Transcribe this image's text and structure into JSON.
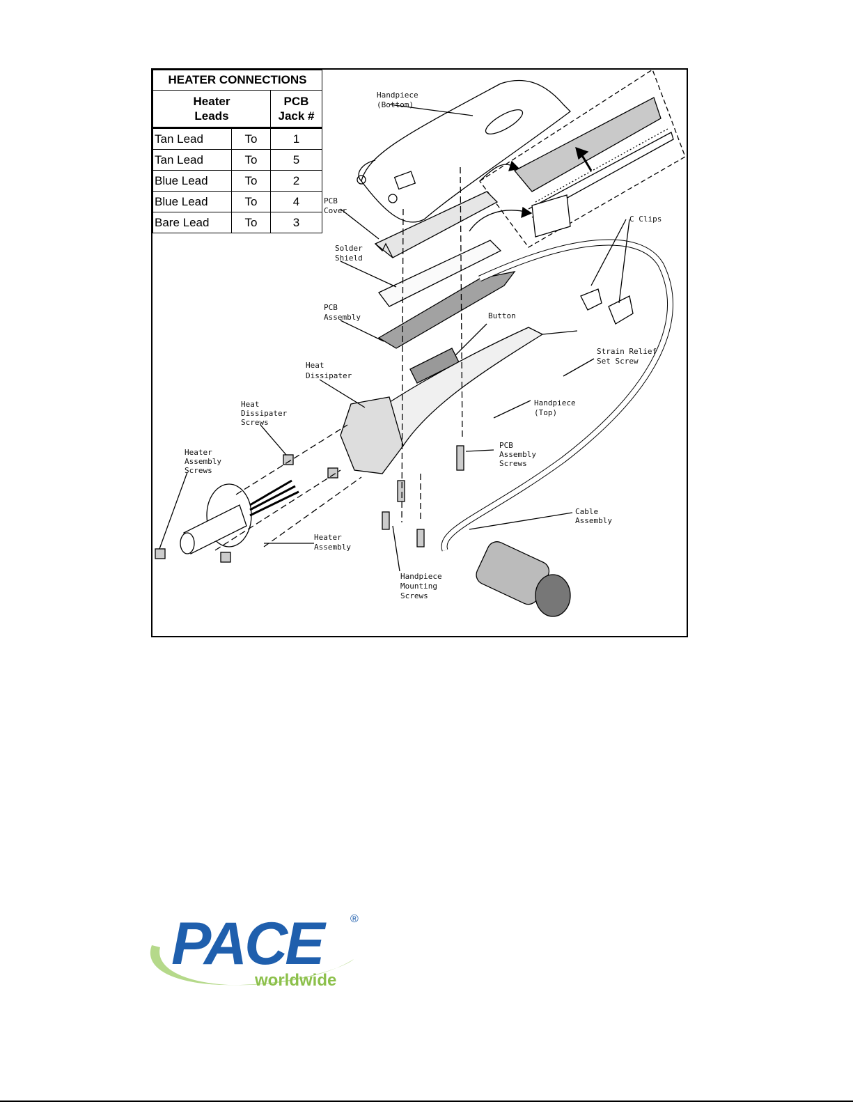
{
  "heater_connections": {
    "title": "HEATER CONNECTIONS",
    "col_leads_1": "Heater",
    "col_leads_2": "Leads",
    "col_jack_1": "PCB",
    "col_jack_2": "Jack #",
    "rows": [
      {
        "lead": "Tan Lead",
        "to": "To",
        "jack": "1"
      },
      {
        "lead": "Tan Lead",
        "to": "To",
        "jack": "5"
      },
      {
        "lead": "Blue Lead",
        "to": "To",
        "jack": "2"
      },
      {
        "lead": "Blue Lead",
        "to": "To",
        "jack": "4"
      },
      {
        "lead": "Bare Lead",
        "to": "To",
        "jack": "3"
      }
    ]
  },
  "callouts": {
    "handpiece_bottom_1": "Handpiece",
    "handpiece_bottom_2": "(Bottom)",
    "pcb_cover_1": "PCB",
    "pcb_cover_2": "Cover",
    "solder_shield_1": "Solder",
    "solder_shield_2": "Shield",
    "pcb_assembly_1": "PCB",
    "pcb_assembly_2": "Assembly",
    "button": "Button",
    "c_clips": "C Clips",
    "strain_relief_1": "Strain Relief",
    "strain_relief_2": "Set Screw",
    "heat_dissipater_1": "Heat",
    "heat_dissipater_2": "Dissipater",
    "heat_dissipater_screws_1": "Heat",
    "heat_dissipater_screws_2": "Dissipater",
    "heat_dissipater_screws_3": "Screws",
    "handpiece_top_1": "Handpiece",
    "handpiece_top_2": "(Top)",
    "pcb_assembly_screws_1": "PCB",
    "pcb_assembly_screws_2": "Assembly",
    "pcb_assembly_screws_3": "Screws",
    "heater_assembly_screws_1": "Heater",
    "heater_assembly_screws_2": "Assembly",
    "heater_assembly_screws_3": "Screws",
    "heater_assembly_1": "Heater",
    "heater_assembly_2": "Assembly",
    "handpiece_mounting_1": "Handpiece",
    "handpiece_mounting_2": "Mounting",
    "handpiece_mounting_3": "Screws",
    "cable_assembly_1": "Cable",
    "cable_assembly_2": "Assembly"
  },
  "logo": {
    "wordmark": "PACE",
    "registered": "®",
    "tagline": "worldwide",
    "brand_blue": "#1f5fad",
    "brand_green": "#8cc04b"
  }
}
